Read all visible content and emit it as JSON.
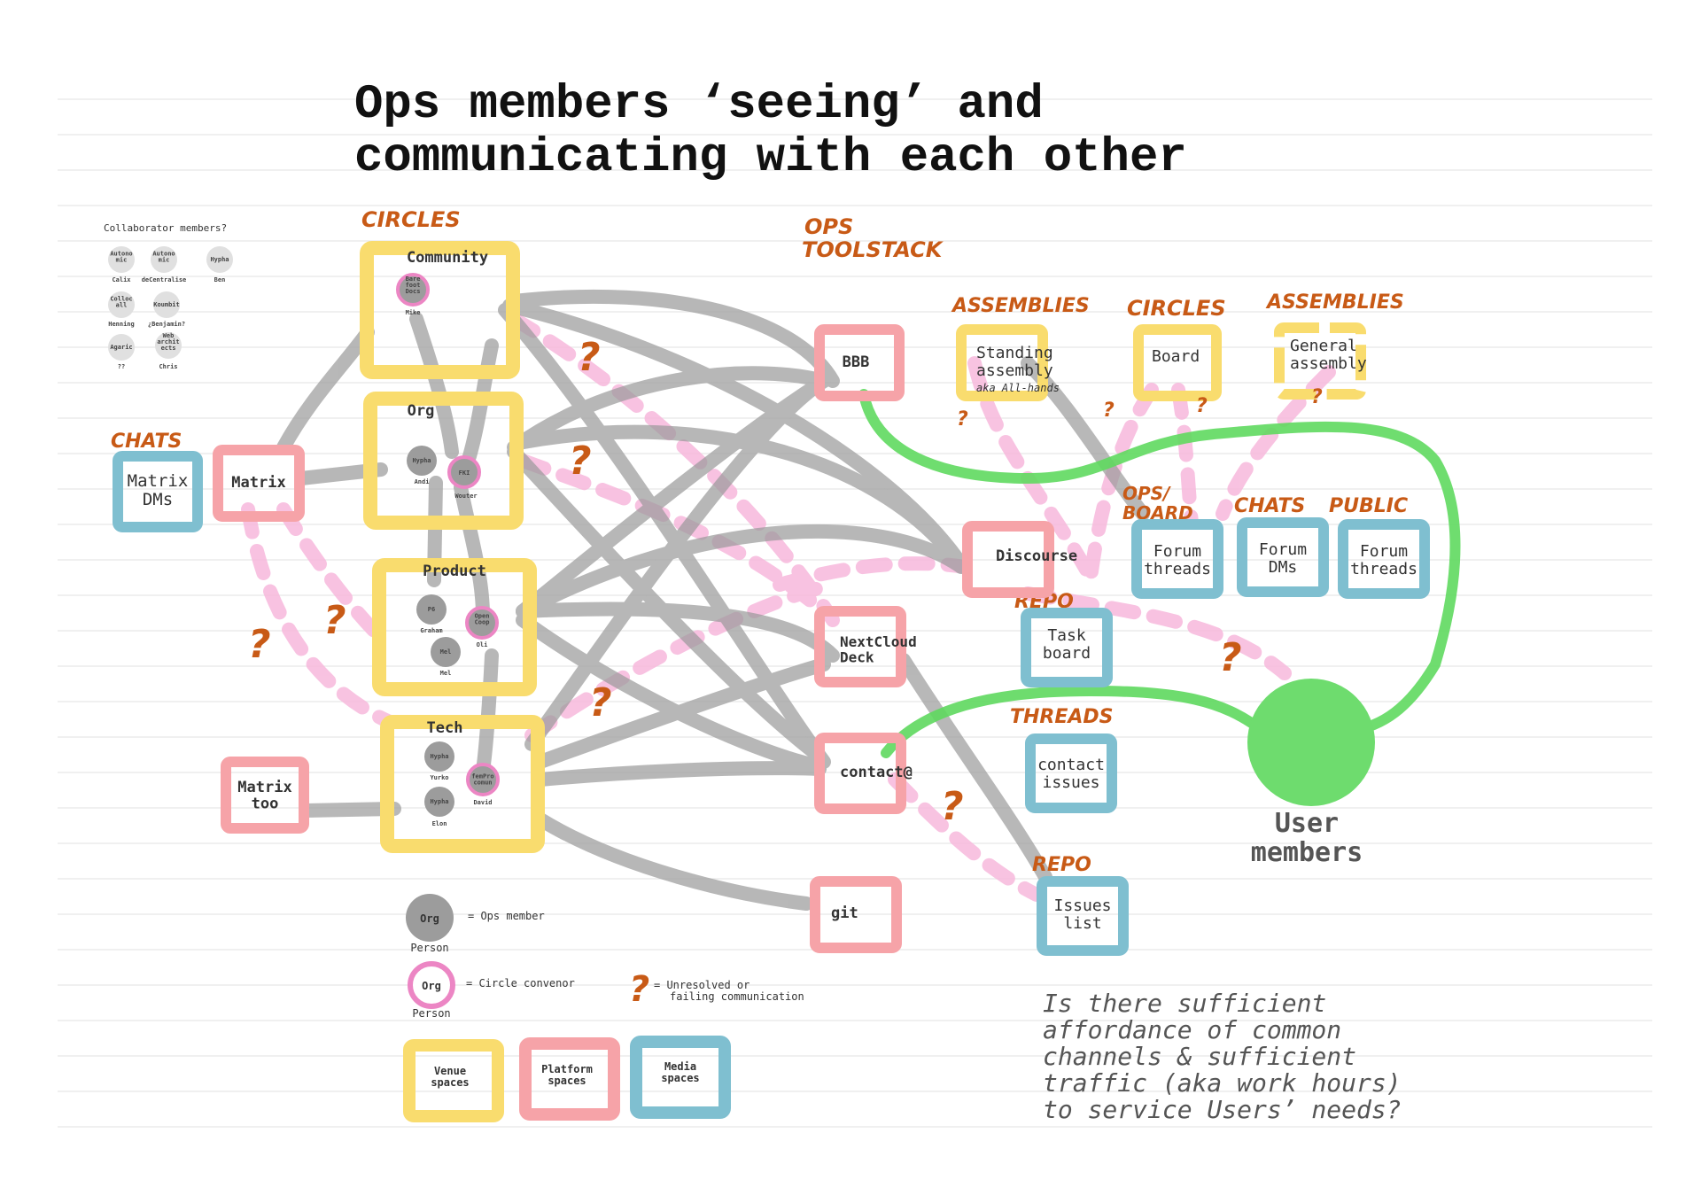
{
  "title": [
    "Ops members ‘seeing’ and",
    "communicating with each other"
  ],
  "collaborators": {
    "heading": "Collaborator members?",
    "people": [
      {
        "node": "Autono mic",
        "name": "Calix"
      },
      {
        "node": "Autono mic",
        "name": "deCentralise"
      },
      {
        "node": "Hypha",
        "name": "Ben"
      },
      {
        "node": "Colloc all",
        "name": "Henning"
      },
      {
        "node": "Koumbit",
        "name": "¿Benjamin?"
      },
      {
        "node": "Agaric",
        "name": "??"
      },
      {
        "node": "Web archit ects",
        "name": "Chris"
      }
    ]
  },
  "headings": {
    "circles_main": "CIRCLES",
    "chats_left": "CHATS",
    "ops_toolstack": [
      "OPS",
      "TOOLSTACK"
    ],
    "assemblies_1": "ASSEMBLIES",
    "circles_right": "CIRCLES",
    "assemblies_2": "ASSEMBLIES",
    "ops_board": [
      "OPS/",
      "BOARD"
    ],
    "chats_right": "CHATS",
    "public": "PUBLIC",
    "repo_1": "REPO",
    "threads": "THREADS",
    "repo_2": "REPO"
  },
  "circles": {
    "community": {
      "label": "Community",
      "members": [
        {
          "node": "Bare foot Docs",
          "name": "Mike",
          "convenor": true
        }
      ]
    },
    "org": {
      "label": "Org",
      "members": [
        {
          "node": "Hypha",
          "name": "Andi",
          "convenor": false
        },
        {
          "node": "FKI",
          "name": "Wouter",
          "convenor": true
        }
      ]
    },
    "product": {
      "label": "Product",
      "members": [
        {
          "node": "P6",
          "name": "Graham",
          "convenor": false
        },
        {
          "node": "Open Coop",
          "name": "Oli",
          "convenor": true
        },
        {
          "node": "Mel",
          "name": "Mel",
          "convenor": false
        }
      ]
    },
    "tech": {
      "label": "Tech",
      "members": [
        {
          "node": "Hypha",
          "name": "Yurko",
          "convenor": false
        },
        {
          "node": "femPro comun",
          "name": "David",
          "convenor": true
        },
        {
          "node": "Hypha",
          "name": "Elon",
          "convenor": false
        }
      ]
    }
  },
  "chats_left": {
    "matrix_dms": "Matrix DMs",
    "matrix": "Matrix",
    "matrix_too": "Matrix too"
  },
  "toolstack": {
    "bbb": "BBB",
    "discourse": "Discourse",
    "nextcloud": "NextCloud Deck",
    "contact": "contact@",
    "git": "git"
  },
  "assemblies": {
    "standing": "Standing assembly",
    "standing_note": "aka All-hands",
    "board": "Board",
    "general": "General assembly"
  },
  "media": {
    "forum_threads_ops": "Forum threads",
    "forum_dms": "Forum DMs",
    "forum_threads_public": "Forum threads",
    "task_board": "Task board",
    "contact_issues": "contact issues",
    "issues_list": "Issues list"
  },
  "users": {
    "label_1": "User",
    "label_2": "members"
  },
  "legend": {
    "ops_member_node": "Org",
    "ops_member_person": "Person",
    "ops_member_text": "= Ops member",
    "convenor_node": "Org",
    "convenor_person": "Person",
    "convenor_text": "= Circle convenor",
    "unresolved_text_1": "= Unresolved or",
    "unresolved_text_2": "failing communication",
    "venue": "Venue spaces",
    "platform": "Platform spaces",
    "media": "Media spaces"
  },
  "question": [
    "Is there sufficient",
    "affordance of common",
    "channels & sufficient",
    "traffic (aka work hours)",
    "to service Users’ needs?"
  ],
  "colors": {
    "venue": "#f9dc6e",
    "platform": "#f6a3a8",
    "media": "#7fbfd0",
    "link_gray": "#9a9a9a",
    "link_pink": "#f7b8dc",
    "link_green": "#6edc6e",
    "member_gray": "#9c9c9c",
    "convenor_pink": "#ec86c4",
    "annotation": "#c85a16"
  }
}
